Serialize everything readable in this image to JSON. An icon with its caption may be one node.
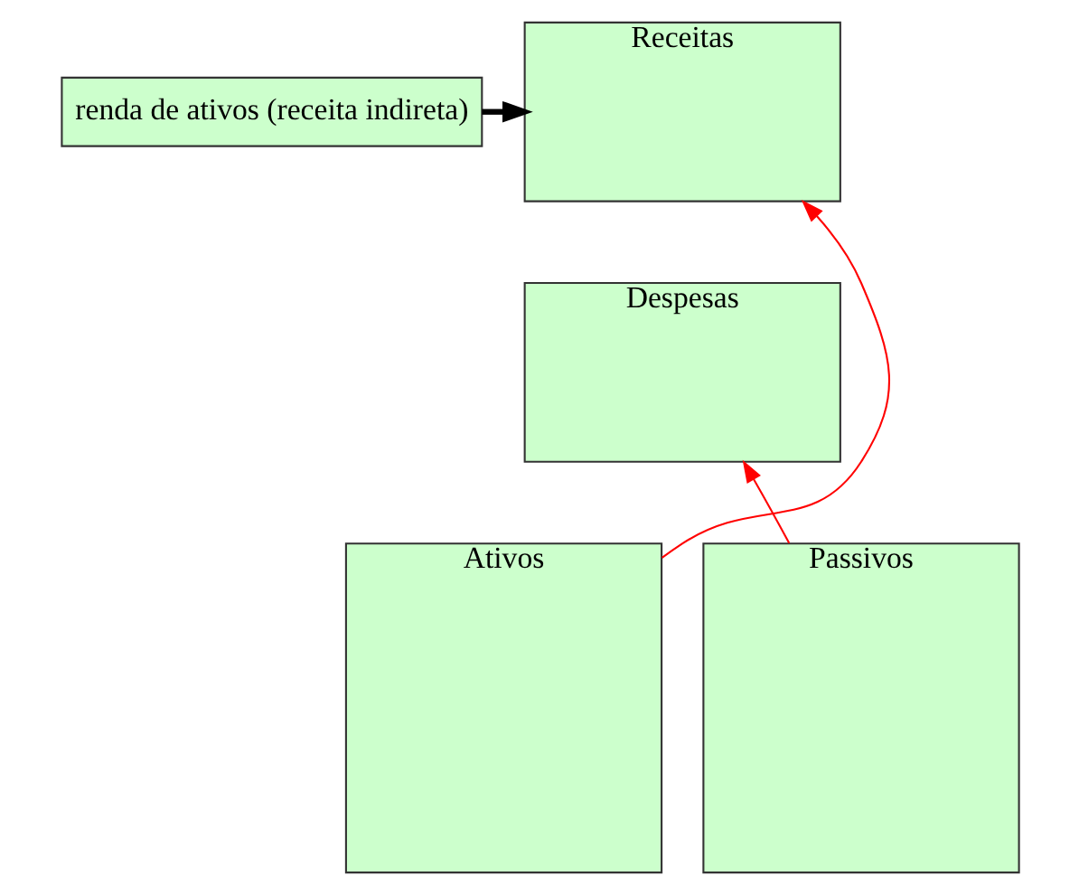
{
  "diagram": {
    "nodes": [
      {
        "text": [
          "renda de ativos (receita indireta)"
        ]
      },
      {
        "text": [
          "Receitas"
        ]
      },
      {
        "text": [
          "Despesas"
        ]
      },
      {
        "text": [
          "Ativos"
        ]
      },
      {
        "text": [
          "Passivos"
        ]
      }
    ],
    "edges": [
      {
        "from": 0,
        "to": 1,
        "arrow": "to",
        "style": "thick",
        "color": "#000000"
      },
      {
        "from": 3,
        "to": 1,
        "arrow": "to",
        "color": "#ff0000"
      },
      {
        "from": 4,
        "to": 2,
        "arrow": "to",
        "color": "#ff0000"
      }
    ]
  }
}
